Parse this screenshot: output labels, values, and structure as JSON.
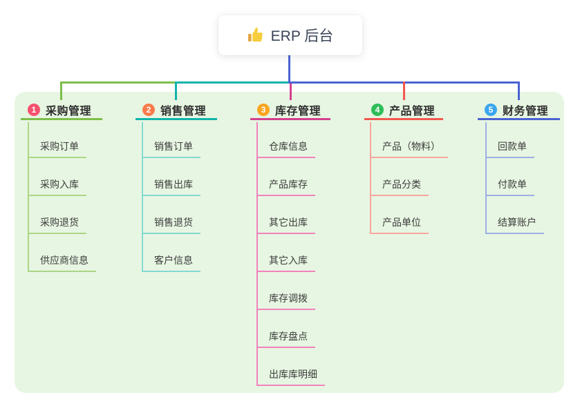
{
  "root": {
    "title": "ERP 后台",
    "icon": "thumbs-up-icon"
  },
  "branches": [
    {
      "badge": "1",
      "label": "采购管理",
      "badge_color": "#f4526e",
      "line_color": "#7ebe4b",
      "child_line_color": "#abd684",
      "children": [
        "采购订单",
        "采购入库",
        "采购退货",
        "供应商信息"
      ]
    },
    {
      "badge": "2",
      "label": "销售管理",
      "badge_color": "#f97b4b",
      "line_color": "#11b3ab",
      "child_line_color": "#83d8d2",
      "children": [
        "销售订单",
        "销售出库",
        "销售退货",
        "客户信息"
      ]
    },
    {
      "badge": "3",
      "label": "库存管理",
      "badge_color": "#fba51f",
      "line_color": "#d4408f",
      "child_line_color": "#f282bd",
      "children": [
        "仓库信息",
        "产品库存",
        "其它出库",
        "其它入库",
        "库存调拨",
        "库存盘点",
        "出库库明细"
      ]
    },
    {
      "badge": "4",
      "label": "产品管理",
      "badge_color": "#2ebe58",
      "line_color": "#f2574e",
      "child_line_color": "#f8a59e",
      "children": [
        "产品（物料）",
        "产品分类",
        "产品单位"
      ]
    },
    {
      "badge": "5",
      "label": "财务管理",
      "badge_color": "#3aa6ee",
      "line_color": "#4a63d2",
      "child_line_color": "#9dafe6",
      "children": [
        "回款单",
        "付款单",
        "结算账户"
      ]
    }
  ],
  "theme": {
    "canvas_bg": "#ffffff",
    "panel_bg": "#e7f6e2",
    "root_line_color": "#4a63d2",
    "root_text_color": "#3a4357"
  }
}
